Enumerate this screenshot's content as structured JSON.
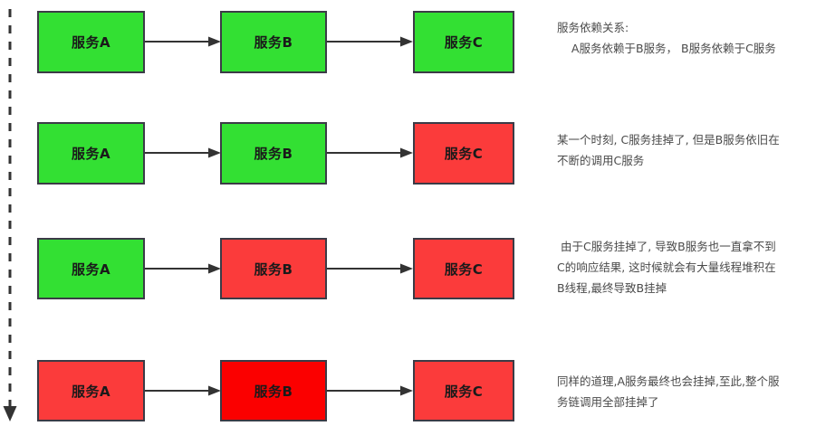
{
  "diagram": {
    "title_semantic": "service-cascade-failure-diagram",
    "colors": {
      "healthy": "#33e033",
      "failing": "#fb3b3b",
      "failed": "#fb0000",
      "border": "#3b3b46",
      "arrow": "#333333",
      "text": "#1a1a1a",
      "note_text": "#4a4a4a",
      "background": "#ffffff"
    },
    "timeline": {
      "name": "time-axis",
      "style": "dashed-down-arrow"
    },
    "rows": [
      {
        "id": "row-1",
        "nodes": [
          {
            "label": "服务A",
            "state": "healthy"
          },
          {
            "label": "服务B",
            "state": "healthy"
          },
          {
            "label": "服务C",
            "state": "healthy"
          }
        ],
        "note": [
          "服务依赖关系:",
          "    A服务依赖于B服务， B服务依赖于C服务"
        ]
      },
      {
        "id": "row-2",
        "nodes": [
          {
            "label": "服务A",
            "state": "healthy"
          },
          {
            "label": "服务B",
            "state": "healthy"
          },
          {
            "label": "服务C",
            "state": "failing"
          }
        ],
        "note": [
          "某一个时刻, C服务挂掉了, 但是B服务依旧在",
          "不断的调用C服务"
        ]
      },
      {
        "id": "row-3",
        "nodes": [
          {
            "label": "服务A",
            "state": "healthy"
          },
          {
            "label": "服务B",
            "state": "failing"
          },
          {
            "label": "服务C",
            "state": "failing"
          }
        ],
        "note": [
          " 由于C服务挂掉了, 导致B服务也一直拿不到",
          "C的响应结果, 这时候就会有大量线程堆积在",
          "B线程,最终导致B挂掉"
        ]
      },
      {
        "id": "row-4",
        "nodes": [
          {
            "label": "服务A",
            "state": "failing"
          },
          {
            "label": "服务B",
            "state": "failed"
          },
          {
            "label": "服务C",
            "state": "failing"
          }
        ],
        "note": [
          "同样的道理,A服务最终也会挂掉,至此,整个服",
          "务链调用全部挂掉了"
        ]
      }
    ]
  }
}
